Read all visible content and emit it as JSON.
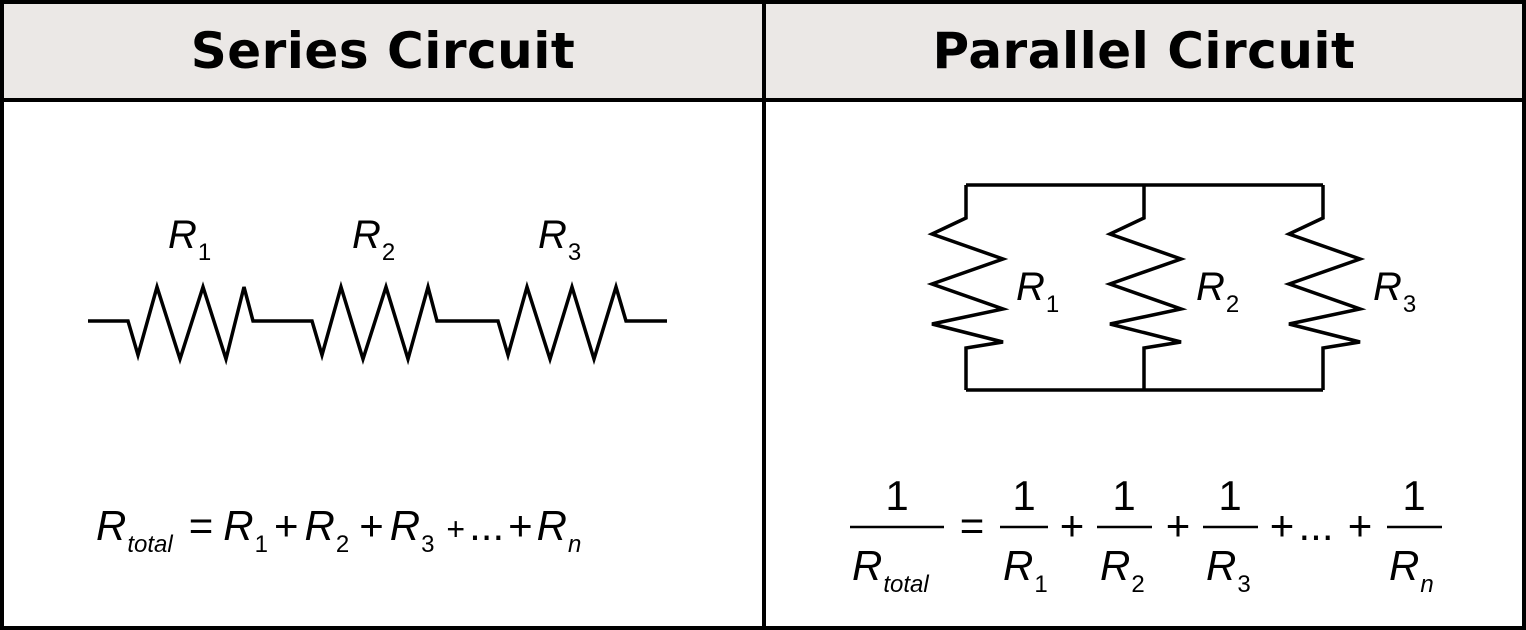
{
  "headers": {
    "series": "Series Circuit",
    "parallel": "Parallel Circuit"
  },
  "symbols": {
    "R": "R",
    "sub1": "1",
    "sub2": "2",
    "sub3": "3",
    "subn": "n",
    "subtotal": "total",
    "one": "1",
    "equals": "=",
    "plus": "+",
    "ellipsis": "..."
  },
  "colors": {
    "header_bg": "#ebe8e6",
    "line": "#000000"
  }
}
